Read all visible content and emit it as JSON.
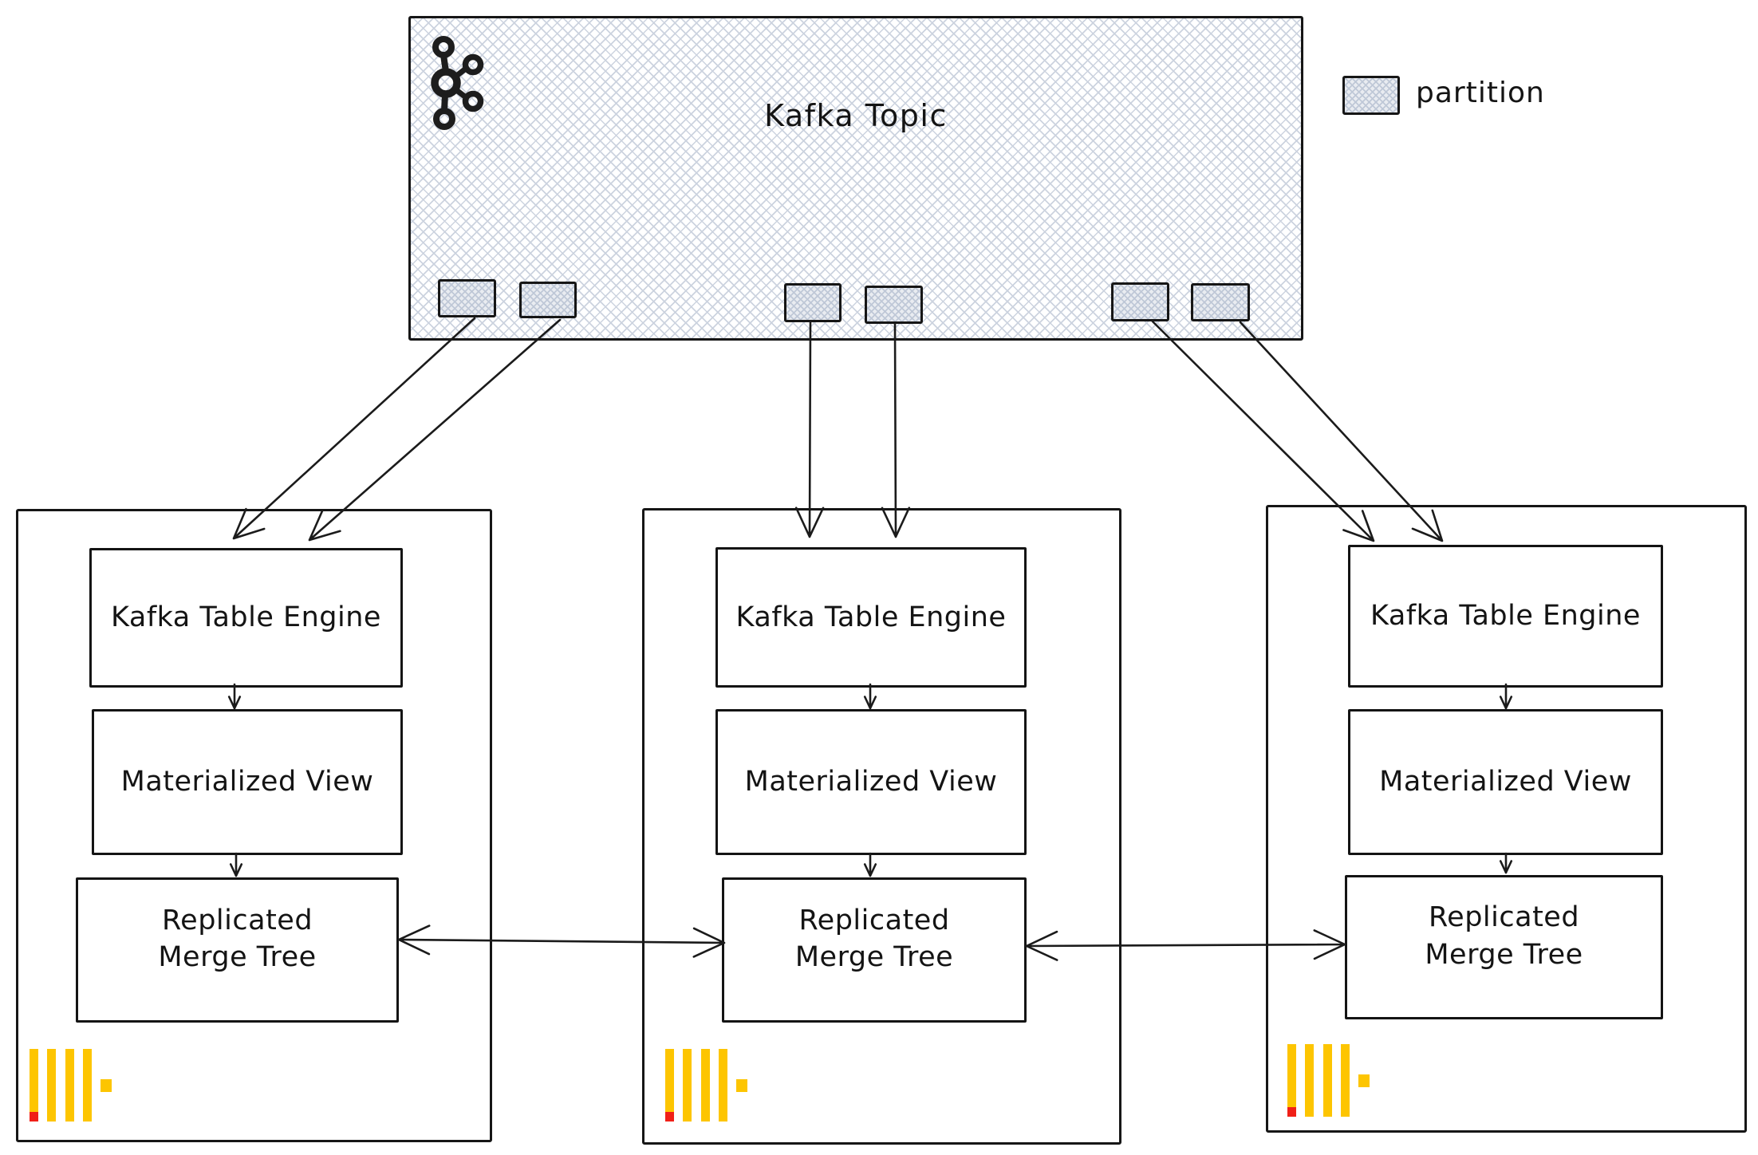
{
  "topic": {
    "title": "Kafka Topic",
    "partition_count": 6
  },
  "legend": {
    "label": "partition"
  },
  "nodes": [
    {
      "kafka_table_engine": "Kafka Table Engine",
      "materialized_view": "Materialized View",
      "replicated_merge_tree_lines": [
        "Replicated",
        "Merge Tree"
      ]
    },
    {
      "kafka_table_engine": "Kafka Table Engine",
      "materialized_view": "Materialized View",
      "replicated_merge_tree_lines": [
        "Replicated",
        "Merge Tree"
      ]
    },
    {
      "kafka_table_engine": "Kafka Table Engine",
      "materialized_view": "Materialized View",
      "replicated_merge_tree_lines": [
        "Replicated",
        "Merge Tree"
      ]
    }
  ],
  "icons": {
    "topic_icon": "kafka-icon",
    "node_icon": "clickhouse-icon",
    "swatch": "partition-hatch-swatch"
  },
  "colors": {
    "hatch": "#ccd3df",
    "border": "#161616",
    "text": "#141414",
    "clickhouse_yellow": "#fdc501",
    "clickhouse_red": "#f02018",
    "background": "#ffffff"
  }
}
